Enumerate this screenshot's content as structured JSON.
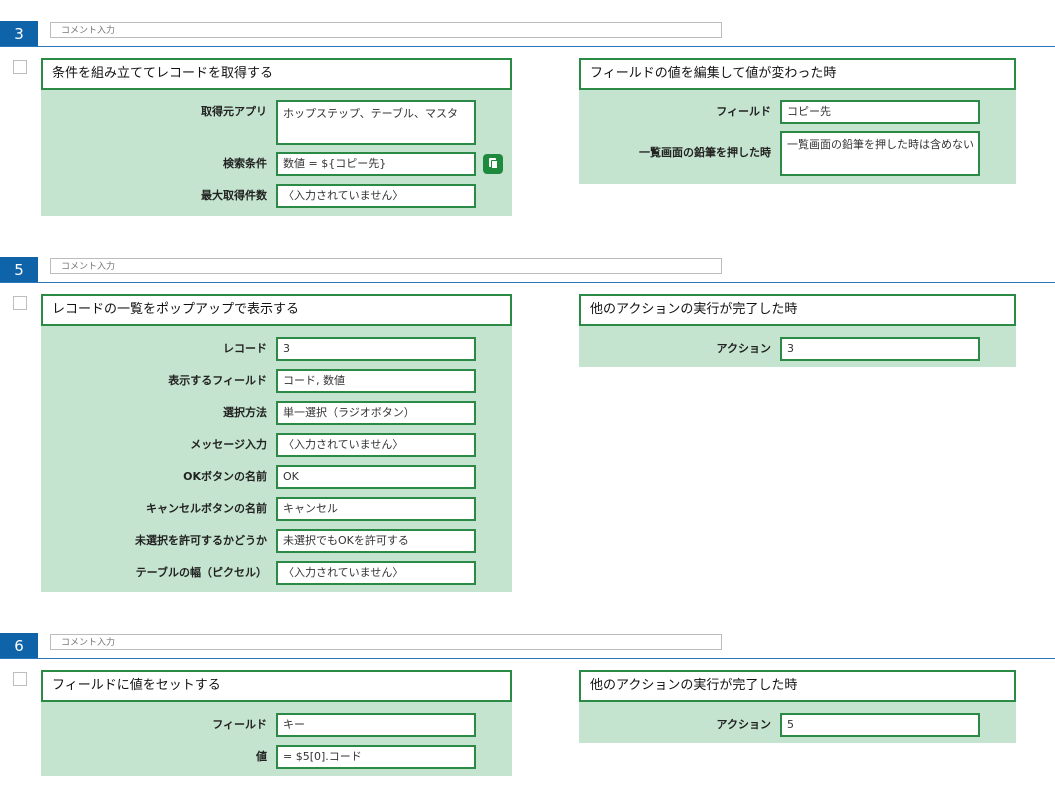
{
  "comment_placeholder": "コメント入力",
  "blocks": [
    {
      "number": "3",
      "action": {
        "title": "条件を組み立ててレコードを取得する",
        "rows": [
          {
            "label": "取得元アプリ",
            "value": "ホップステップ、テーブル、マスタ"
          },
          {
            "label": "検索条件",
            "value": "数値 = ${コピー先}"
          },
          {
            "label": "最大取得件数",
            "value": "〈入力されていません〉"
          }
        ]
      },
      "trigger": {
        "title": "フィールドの値を編集して値が変わった時",
        "rows": [
          {
            "label": "フィールド",
            "value": "コピー先"
          },
          {
            "label": "一覧画面の鉛筆を押した時",
            "value": "一覧画面の鉛筆を押した時は含めない"
          }
        ]
      }
    },
    {
      "number": "5",
      "action": {
        "title": "レコードの一覧をポップアップで表示する",
        "rows": [
          {
            "label": "レコード",
            "value": "3"
          },
          {
            "label": "表示するフィールド",
            "value": "コード, 数値"
          },
          {
            "label": "選択方法",
            "value": "単一選択（ラジオボタン）"
          },
          {
            "label": "メッセージ入力",
            "value": "〈入力されていません〉"
          },
          {
            "label": "OKボタンの名前",
            "value": "OK"
          },
          {
            "label": "キャンセルボタンの名前",
            "value": "キャンセル"
          },
          {
            "label": "未選択を許可するかどうか",
            "value": "未選択でもOKを許可する"
          },
          {
            "label": "テーブルの幅（ピクセル）",
            "value": "〈入力されていません〉"
          }
        ]
      },
      "trigger": {
        "title": "他のアクションの実行が完了した時",
        "rows": [
          {
            "label": "アクション",
            "value": "3"
          }
        ]
      }
    },
    {
      "number": "6",
      "action": {
        "title": "フィールドに値をセットする",
        "rows": [
          {
            "label": "フィールド",
            "value": "キー"
          },
          {
            "label": "値",
            "value": "= $5[0].コード"
          }
        ]
      },
      "trigger": {
        "title": "他のアクションの実行が完了した時",
        "rows": [
          {
            "label": "アクション",
            "value": "5"
          }
        ]
      }
    }
  ]
}
